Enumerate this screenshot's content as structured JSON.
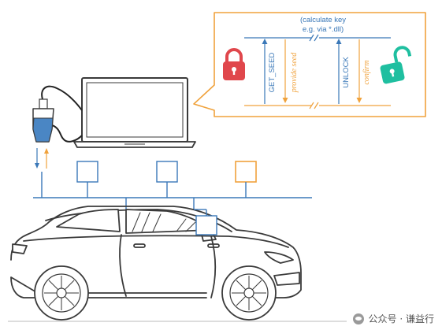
{
  "colors": {
    "blue": "#3a78b8",
    "orange": "#f0a23c",
    "red_lock": "#e0474c",
    "teal_lock": "#1fbfa0",
    "outline": "#3a3a3a"
  },
  "callout": {
    "note_line1": "(calculate key",
    "note_line2": "e.g. via *.dll)",
    "arrows": [
      {
        "label": "GET_SEED",
        "direction": "up",
        "color": "blue",
        "style": "normal"
      },
      {
        "label": "provide seed",
        "direction": "down",
        "color": "orange",
        "style": "italic"
      },
      {
        "label": "UNLOCK",
        "direction": "up",
        "color": "blue",
        "style": "normal"
      },
      {
        "label": "confirm",
        "direction": "down",
        "color": "orange",
        "style": "italic"
      }
    ],
    "locks": [
      {
        "name": "locked-padlock-icon",
        "state": "locked"
      },
      {
        "name": "unlocked-padlock-icon",
        "state": "unlocked"
      }
    ]
  },
  "network": {
    "ecus": [
      {
        "name": "ecu-box-1",
        "color": "blue"
      },
      {
        "name": "ecu-box-2",
        "color": "blue"
      },
      {
        "name": "ecu-box-3",
        "color": "orange"
      },
      {
        "name": "ecu-box-4",
        "color": "blue"
      }
    ]
  },
  "watermark": "公众号 · 谦益行"
}
